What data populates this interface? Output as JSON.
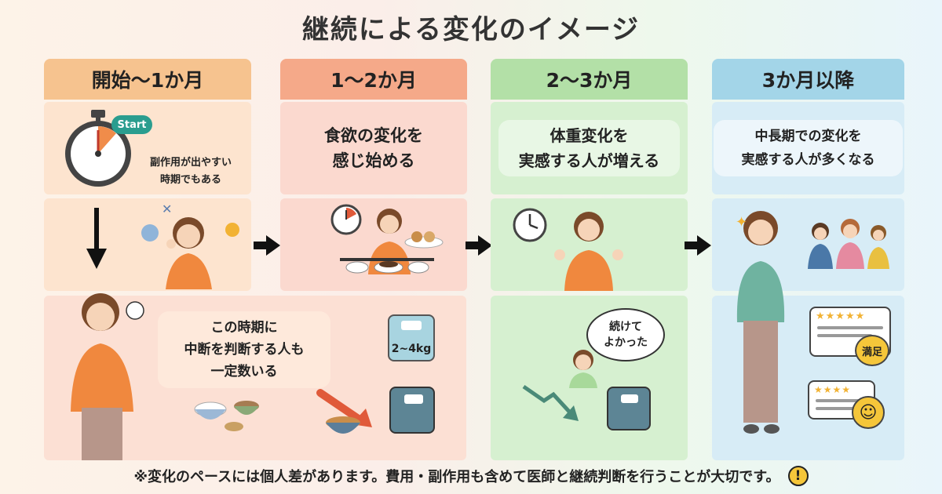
{
  "title": "継続による変化のイメージ",
  "columns": [
    {
      "header": "開始〜1か月",
      "start_badge": "Start",
      "side_effect_note": [
        "副作用が出やすい",
        "時期でもある"
      ],
      "dropout_note": [
        "この時期に",
        "中断を判断する人も",
        "一定数いる"
      ],
      "scale_label": "2~4kg"
    },
    {
      "header": "1〜2か月",
      "message": [
        "食欲の変化を",
        "感じ始める"
      ]
    },
    {
      "header": "2〜3か月",
      "message": [
        "体重変化を",
        "実感する人が増える"
      ],
      "speech": [
        "続けて",
        "よかった"
      ]
    },
    {
      "header": "3か月以降",
      "message": [
        "中長期での変化を",
        "実感する人が多くなる"
      ],
      "review_badge": "満足"
    }
  ],
  "footer": "※変化のペースには個人差があります。費用・副作用も含めて医師と継続判断を行うことが大切です。",
  "footer_icon": "!",
  "colors": {
    "col1_header": "#f6c38f",
    "col2_header": "#f5a989",
    "col3_header": "#b3e0a7",
    "col4_header": "#a3d5e8"
  }
}
